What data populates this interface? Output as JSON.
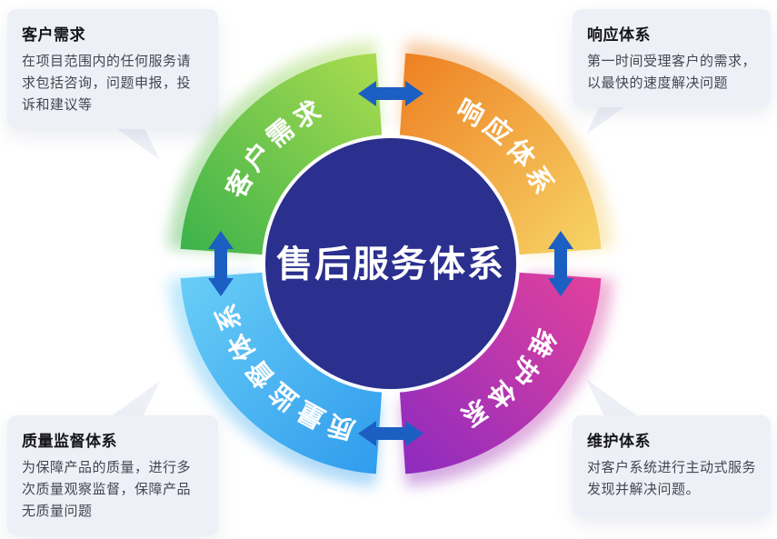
{
  "center": {
    "title": "售后服务体系"
  },
  "ring": {
    "segments": [
      {
        "label": "客户需求"
      },
      {
        "label": "响应体系"
      },
      {
        "label": "维护体系"
      },
      {
        "label": "质量监督体系"
      }
    ]
  },
  "callouts": {
    "customer_needs": {
      "title": "客户需求",
      "body": "在项目范围内的任何服务请求包括咨询，问题申报，投诉和建议等"
    },
    "response_system": {
      "title": "响应体系",
      "body": "第一时间受理客户的需求，以最快的速度解决问题"
    },
    "quality_supervision": {
      "title": "质量监督体系",
      "body": "为保障产品的质量，进行多次质量观察监督，保障产品无质量问题"
    },
    "maintenance_system": {
      "title": "维护体系",
      "body": "对客户系统进行主动式服务发现并解决问题。"
    }
  },
  "colors": {
    "center-circle": "#2b2f8e",
    "arrow": "#1c5fc2",
    "callout-bg": "#eef0f7",
    "green-from": "#abdc4f",
    "green-to": "#3bb24b",
    "orange-from": "#ee7f22",
    "orange-to": "#f6d567",
    "purple-from": "#e2419c",
    "purple-to": "#8c2bc0",
    "blue-from": "#69cef6",
    "blue-to": "#2f9bed"
  }
}
